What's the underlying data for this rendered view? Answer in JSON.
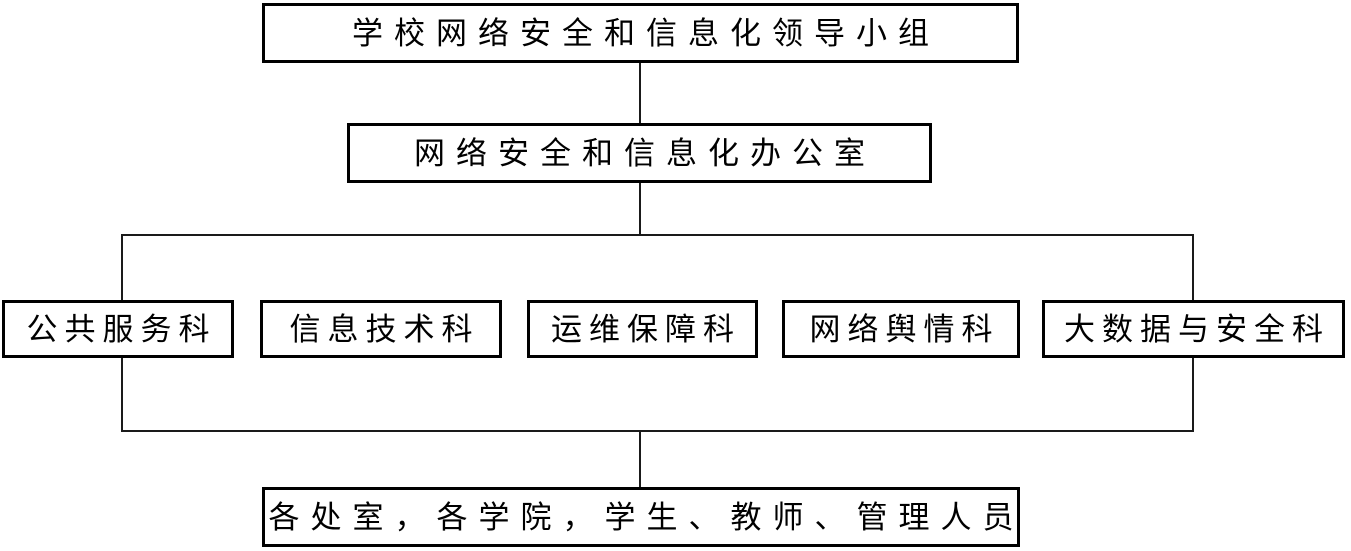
{
  "diagram": {
    "type": "org-chart",
    "nodes": {
      "root": {
        "label": "学校网络安全和信息化领导小组"
      },
      "office": {
        "label": "网络安全和信息化办公室"
      },
      "sections": [
        {
          "label": "公共服务科"
        },
        {
          "label": "信息技术科"
        },
        {
          "label": "运维保障科"
        },
        {
          "label": "网络舆情科"
        },
        {
          "label": "大数据与安全科"
        }
      ],
      "bottom": {
        "label": "各处室，各学院，学生、教师、管理人员"
      }
    },
    "edges": [
      {
        "from": "root",
        "to": "office"
      },
      {
        "from": "office",
        "to": "sections-bus"
      },
      {
        "from": "sections-bus",
        "to": "公共服务科"
      },
      {
        "from": "sections-bus",
        "to": "大数据与安全科"
      },
      {
        "from": "sections-bus-lower",
        "to": "bottom"
      }
    ],
    "colors": {
      "border": "#000000",
      "background": "#ffffff",
      "text": "#000000",
      "line": "#1a1a1a"
    }
  }
}
